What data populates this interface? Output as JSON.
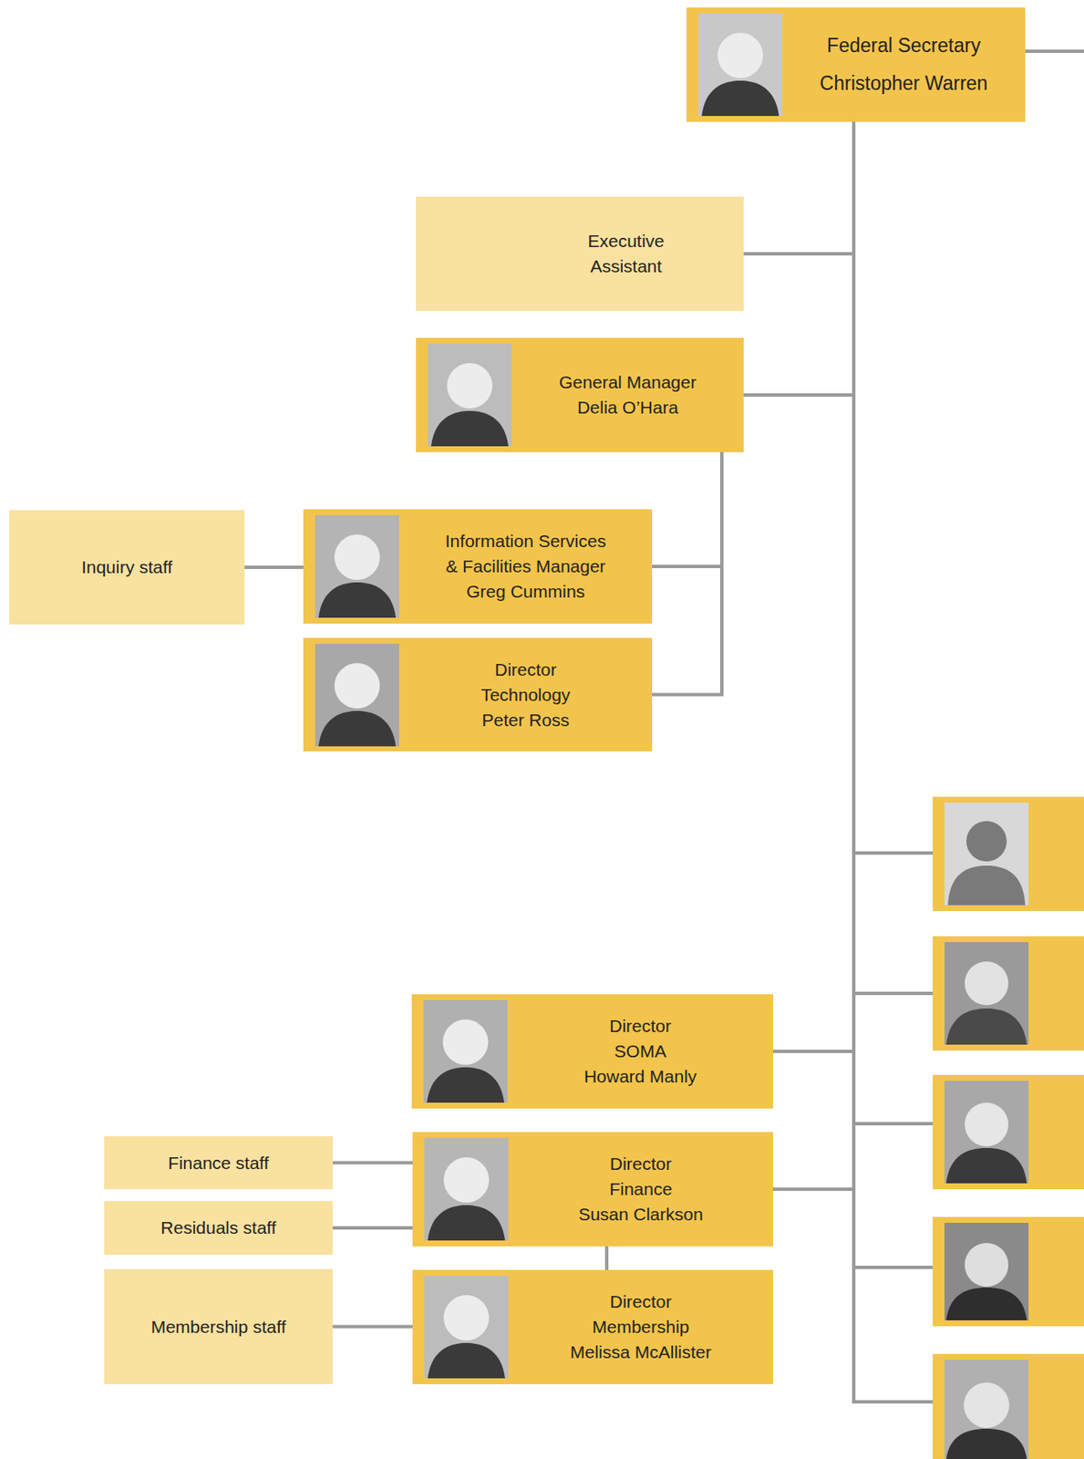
{
  "diagram": {
    "nodes": [
      {
        "text": [
          "Federal Secretary",
          "Christopher Warren"
        ]
      },
      {
        "text": [
          "Executive Assistant"
        ]
      },
      {
        "text": [
          "General Manager",
          "Delia O’Hara"
        ]
      },
      {
        "text": [
          "Inquiry staff"
        ]
      },
      {
        "text": [
          "Information Services & Facilities Manager",
          "Greg Cummins"
        ]
      },
      {
        "text": [
          "Director Technology",
          "Peter Ross"
        ]
      },
      {
        "text": [
          "Director SOMA",
          "Howard Manly"
        ]
      },
      {
        "text": [
          "Finance staff"
        ]
      },
      {
        "text": [
          "Director Finance",
          "Susan Clarkson"
        ]
      },
      {
        "text": [
          "Residuals staff"
        ]
      },
      {
        "text": [
          "Membership staff"
        ]
      },
      {
        "text": [
          "Director Membership",
          "Melissa McAllister"
        ]
      }
    ],
    "edges": [
      {
        "from": 0,
        "to": 1,
        "arrow": "none"
      },
      {
        "from": 0,
        "to": 2,
        "arrow": "none"
      },
      {
        "from": 0,
        "to": 6,
        "arrow": "none"
      },
      {
        "from": 0,
        "to": 8,
        "arrow": "none"
      },
      {
        "from": 2,
        "to": 4,
        "arrow": "none"
      },
      {
        "from": 2,
        "to": 5,
        "arrow": "none"
      },
      {
        "from": 4,
        "to": 3,
        "arrow": "none"
      },
      {
        "from": 8,
        "to": 7,
        "arrow": "none"
      },
      {
        "from": 8,
        "to": 9,
        "arrow": "none"
      },
      {
        "from": 8,
        "to": 11,
        "arrow": "none"
      },
      {
        "from": 11,
        "to": 10,
        "arrow": "none"
      }
    ]
  }
}
